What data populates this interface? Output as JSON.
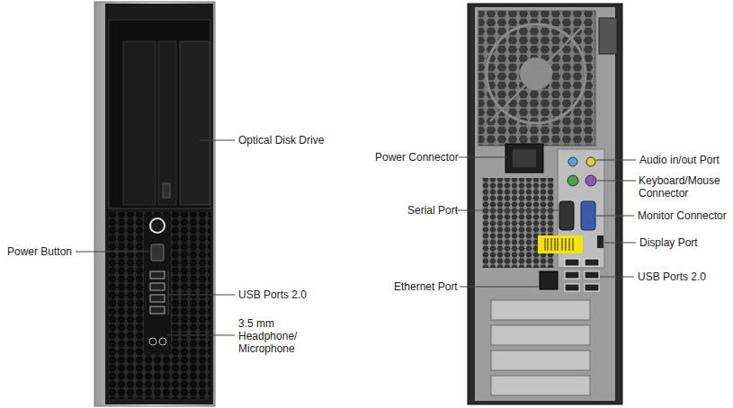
{
  "diagram": {
    "labels": [
      "Optical Disk Drive",
      "Power Button",
      "USB Ports 2.0",
      "3.5 mm Headphone/ Microphone",
      "Power Connector",
      "Serial Port",
      "Ethernet Port",
      "Audio in/out Port",
      "Keyboard/Mouse Connector",
      "Monitor Connector",
      "Display Port",
      "USB Ports 2.0"
    ]
  }
}
